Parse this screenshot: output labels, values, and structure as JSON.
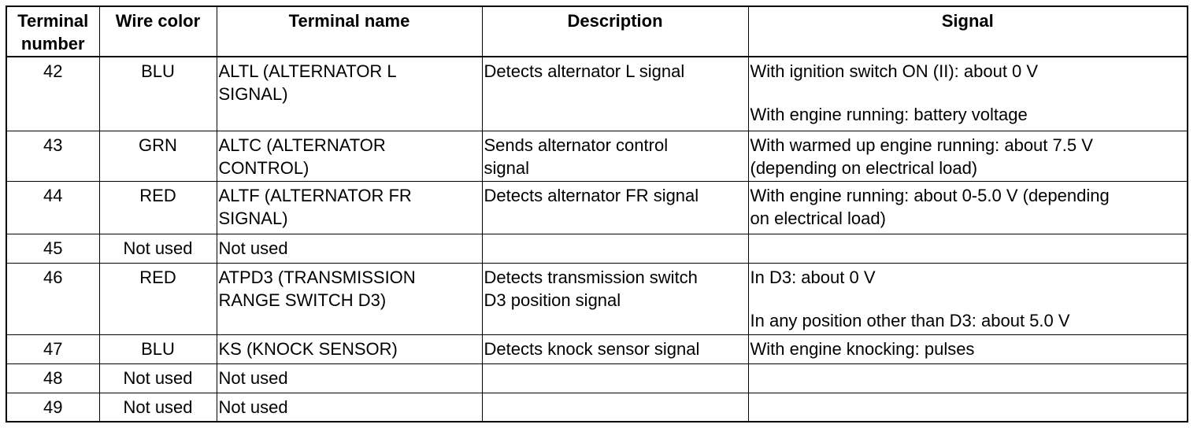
{
  "columns": [
    {
      "label_lines": [
        "Terminal",
        "number"
      ]
    },
    {
      "label_lines": [
        "Wire color"
      ]
    },
    {
      "label_lines": [
        "Terminal name"
      ]
    },
    {
      "label_lines": [
        "Description"
      ]
    },
    {
      "label_lines": [
        "Signal"
      ]
    }
  ],
  "rows": [
    {
      "number": "42",
      "color": "BLU",
      "name": [
        "ALTL (ALTERNATOR L",
        "SIGNAL)"
      ],
      "description": [
        "Detects alternator L signal"
      ],
      "signal": [
        "With ignition switch ON (II): about 0 V",
        "",
        "With engine running: battery voltage"
      ]
    },
    {
      "number": "43",
      "color": "GRN",
      "name": [
        "ALTC (ALTERNATOR",
        "CONTROL)"
      ],
      "description": [
        "Sends alternator control",
        "signal"
      ],
      "signal": [
        "With warmed up engine running: about 7.5 V",
        "(depending on electrical load)"
      ]
    },
    {
      "number": "44",
      "color": "RED",
      "name": [
        "ALTF (ALTERNATOR FR",
        "SIGNAL)"
      ],
      "description": [
        "Detects alternator FR signal"
      ],
      "signal": [
        "With engine running: about 0-5.0 V (depending",
        "on electrical load)"
      ]
    },
    {
      "number": "45",
      "color": "Not used",
      "name": [
        "Not used"
      ],
      "description": [],
      "signal": []
    },
    {
      "number": "46",
      "color": "RED",
      "name": [
        "ATPD3 (TRANSMISSION",
        "RANGE SWITCH D3)"
      ],
      "description": [
        "Detects transmission switch",
        "D3 position signal"
      ],
      "signal": [
        "In D3: about 0 V",
        "",
        "In any position other than D3: about 5.0 V"
      ]
    },
    {
      "number": "47",
      "color": "BLU",
      "name": [
        "KS (KNOCK SENSOR)"
      ],
      "description": [
        "Detects knock sensor signal"
      ],
      "signal": [
        "With engine knocking: pulses"
      ]
    },
    {
      "number": "48",
      "color": "Not used",
      "name": [
        "Not used"
      ],
      "description": [],
      "signal": []
    },
    {
      "number": "49",
      "color": "Not used",
      "name": [
        "Not used"
      ],
      "description": [],
      "signal": []
    }
  ]
}
